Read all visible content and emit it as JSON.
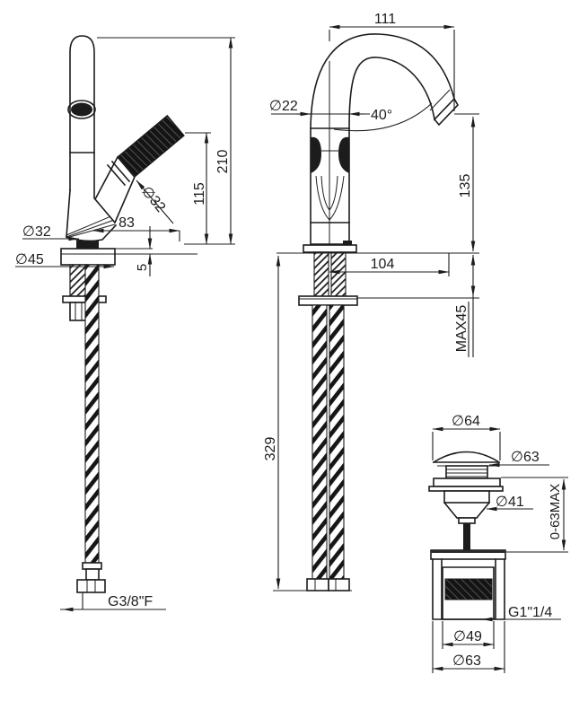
{
  "page": {
    "background": "#ffffff",
    "line_color": "#1c1c1c",
    "drawing_type": "faucet technical dimension drawing"
  },
  "views": {
    "side": {
      "name": "side view with supply hose",
      "dims": {
        "total_height": "210",
        "handle_height": "115",
        "handle_diameter": "∅32",
        "spout_to_handle": "83",
        "neck_diameter": "∅32",
        "base_diameter": "∅45",
        "base_plate_height": "5",
        "supply_thread": "G3/8\"F"
      }
    },
    "front": {
      "name": "front view with spout",
      "dims": {
        "spout_reach": "111",
        "spout_tube_diameter": "∅22",
        "spout_angle": "40°",
        "outlet_height": "135",
        "outlet_reach": "104",
        "max_deck_thickness": "MAX45",
        "hose_drop": "329"
      }
    },
    "drain": {
      "name": "pop-up waste drain",
      "dims": {
        "cap_top_diameter": "∅64",
        "cap_diameter": "∅63",
        "body_diameter": "∅41",
        "height_range": "0-63MAX",
        "waste_thread": "G1\"1/4",
        "tail_inner_diameter": "∅49",
        "tail_outer_diameter": "∅63"
      }
    }
  }
}
